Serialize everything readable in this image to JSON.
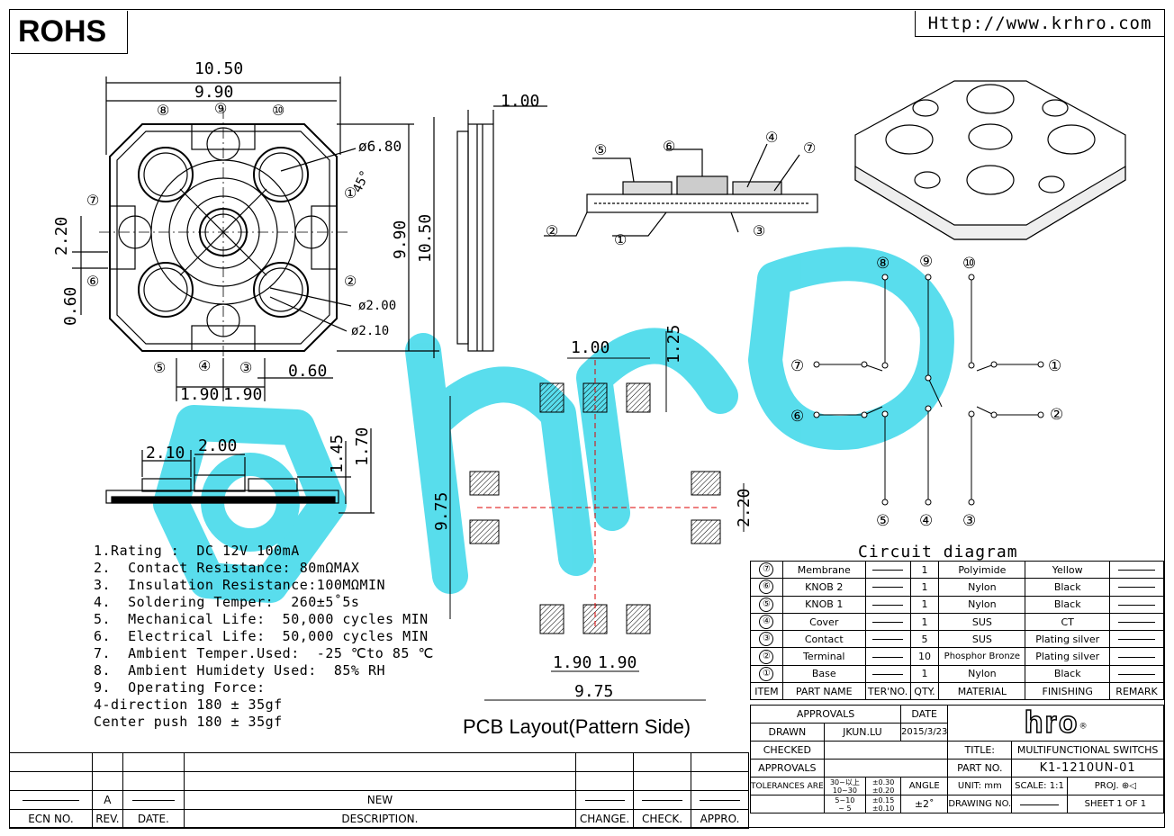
{
  "header": {
    "rohs": "ROHS",
    "url": "Http://www.krhro.com"
  },
  "top_view": {
    "dim_top_outer": "10.50",
    "dim_top_inner": "9.90",
    "dim_right_inner": "9.90",
    "dim_right_outer": "10.50",
    "dim_left_pitch": "2.20",
    "dim_left_pad": "0.60",
    "dim_bottom_pitch_a": "1.90",
    "dim_bottom_pitch_b": "1.90",
    "dim_bottom_pad": "0.60",
    "dia_outer": "ø6.80",
    "dia_small_a": "ø2.00",
    "dia_small_b": "ø2.10",
    "angle": "45°",
    "pins": [
      "①",
      "②",
      "③",
      "④",
      "⑤",
      "⑥",
      "⑦",
      "⑧",
      "⑨",
      "⑩"
    ]
  },
  "side_view": {
    "dim_thickness": "1.00"
  },
  "front_view": {
    "dim_a": "2.10",
    "dim_b": "2.00",
    "dim_h1": "1.45",
    "dim_h2": "1.70"
  },
  "section_view": {
    "callouts": [
      "⑤",
      "⑥",
      "④",
      "⑦",
      "②",
      "①",
      "③"
    ]
  },
  "specs": [
    "1.Rating :  DC 12V 100mA",
    "2.  Contact Resistance: 80mΩMAX",
    "3.  Insulation Resistance:100MΩMIN",
    "4.  Soldering Temper:  260±5˚5s",
    "5.  Mechanical Life:  50,000 cycles MIN",
    "6.  Electrical Life:  50,000 cycles MIN",
    "7.  Ambient Temper.Used:  -25 ℃to 85 ℃",
    "8.  Ambient Humidety Used:  85% RH",
    "9.  Operating Force:",
    "4-direction 180 ± 35gf",
    "Center push 180 ± 35gf"
  ],
  "pcb": {
    "title": "PCB Layout(Pattern Side)",
    "dim_pad_w": "1.00",
    "dim_pad_h": "1.25",
    "dim_left": "9.75",
    "dim_right": "2.20",
    "dim_pitch_a": "1.90",
    "dim_pitch_b": "1.90",
    "dim_bottom": "9.75"
  },
  "circuit": {
    "title": "Circuit  diagram",
    "pins": [
      "⑧",
      "⑨",
      "⑩",
      "⑦",
      "①",
      "⑥",
      "②",
      "⑤",
      "④",
      "③"
    ]
  },
  "bom": {
    "header": [
      "ITEM",
      "PART NAME",
      "TER'NO.",
      "QTY.",
      "MATERIAL",
      "FINISHING",
      "REMARK"
    ],
    "rows": [
      {
        "item": "⑦",
        "name": "Membrane",
        "qty": "1",
        "material": "Polyimide",
        "finish": "Yellow"
      },
      {
        "item": "⑥",
        "name": "KNOB 2",
        "qty": "1",
        "material": "Nylon",
        "finish": "Black"
      },
      {
        "item": "⑤",
        "name": "KNOB 1",
        "qty": "1",
        "material": "Nylon",
        "finish": "Black"
      },
      {
        "item": "④",
        "name": "Cover",
        "qty": "1",
        "material": "SUS",
        "finish": "CT"
      },
      {
        "item": "③",
        "name": "Contact",
        "qty": "5",
        "material": "SUS",
        "finish": "Plating silver"
      },
      {
        "item": "②",
        "name": "Terminal",
        "qty": "10",
        "material": "Phosphor Bronze",
        "finish": "Plating silver"
      },
      {
        "item": "①",
        "name": "Base",
        "qty": "1",
        "material": "Nylon",
        "finish": "Black"
      }
    ]
  },
  "title_block": {
    "approvals_label": "APPROVALS",
    "date_label": "DATE",
    "drawn_label": "DRAWN",
    "drawn_by": "JKUN.LU",
    "drawn_date": "2015/3/23",
    "checked_label": "CHECKED",
    "approvals2_label": "APPROVALS",
    "title_label": "TITLE:",
    "title_value": "MULTIFUNCTIONAL SWITCHS",
    "part_label": "PART NO.",
    "part_value": "K1-1210UN-01",
    "tolerances_label": "TOLERANCES ARE",
    "tol_ranges": [
      "30~以上",
      "10~30",
      "5~10",
      "~ 5"
    ],
    "tol_values": [
      "±0.30",
      "±0.20",
      "±0.15",
      "±0.10"
    ],
    "angle_label": "ANGLE",
    "angle_value": "±2˚",
    "unit": "UNIT: mm",
    "scale": "SCALE:   1:1",
    "proj": "PROJ.",
    "drawing_no": "DRAWING NO.",
    "sheet": "SHEET   1  OF  1",
    "logo": "hro",
    "logo_reg": "®"
  },
  "revision": {
    "rev_value": "A",
    "desc_value": "NEW",
    "labels": [
      "ECN NO.",
      "REV.",
      "DATE.",
      "DESCRIPTION.",
      "CHANGE.",
      "CHECK.",
      "APPRO."
    ]
  },
  "watermark": {
    "text": "hro",
    "color": "#2fd5e8"
  }
}
